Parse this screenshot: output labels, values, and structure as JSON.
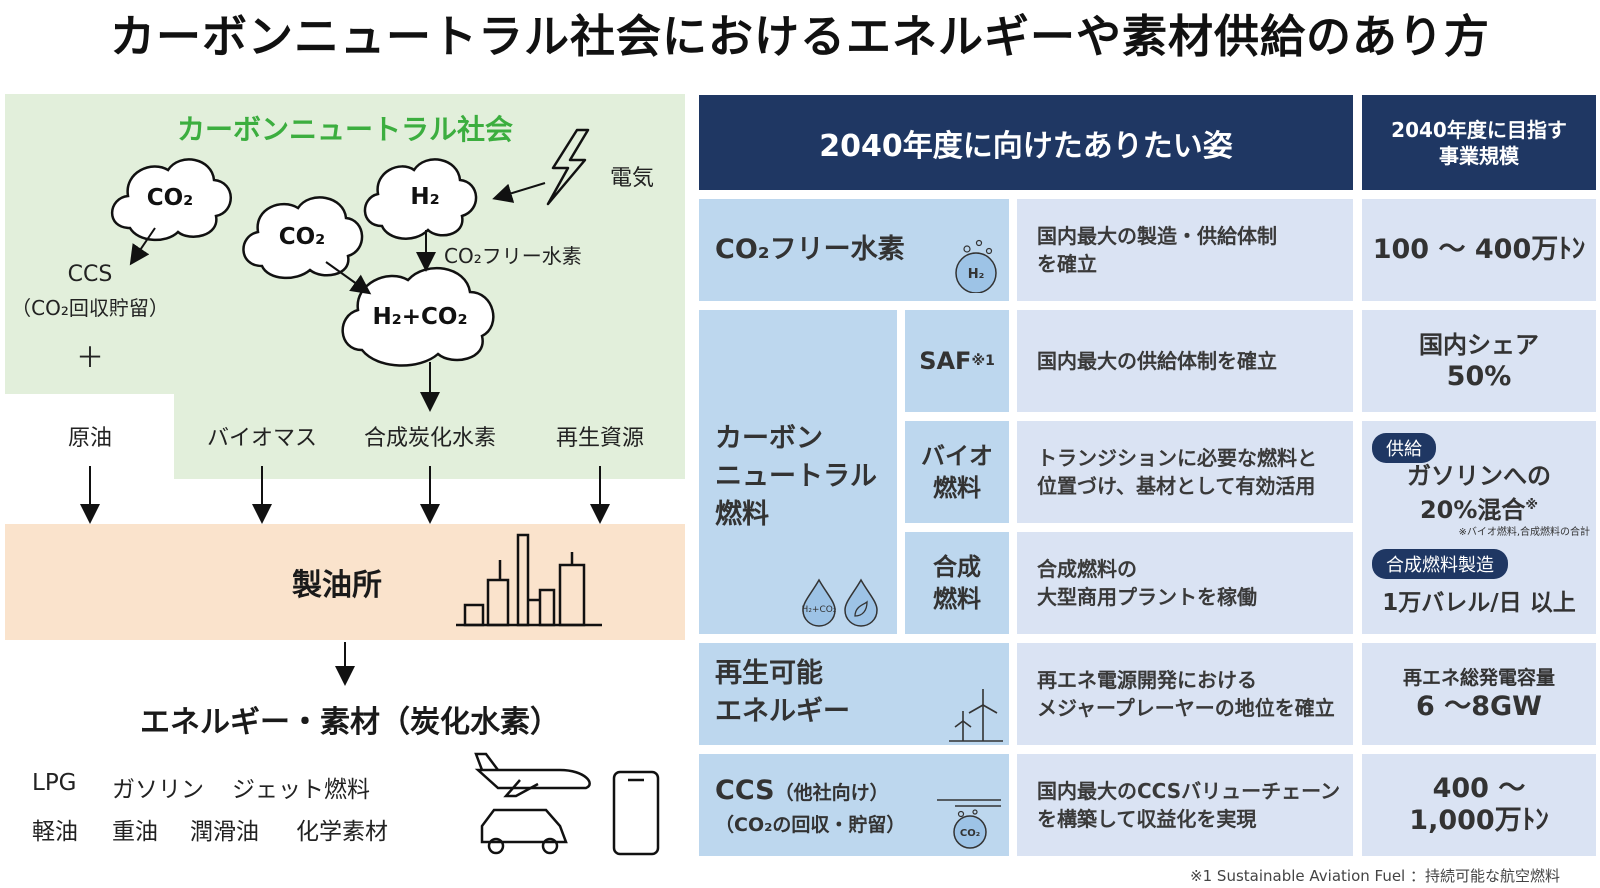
{
  "title": "カーボンニュートラル社会におけるエネルギーや素材供給のあり方",
  "diagram": {
    "society_label": "カーボンニュートラル社会",
    "clouds": {
      "co2_a": "CO₂",
      "h2": "H₂",
      "co2_b": "CO₂",
      "h2_co2": "H₂+CO₂"
    },
    "electricity": "電気",
    "co2_free_h2": "CO₂フリー水素",
    "ccs": "CCS",
    "ccs_note": "（CO₂回収貯留）",
    "plus": "＋",
    "inputs": [
      "原油",
      "バイオマス",
      "合成炭化水素",
      "再生資源"
    ],
    "refinery": "製油所",
    "products_title": "エネルギー・素材（炭化水素）",
    "products_row1": [
      "LPG",
      "ガソリン",
      "ジェット燃料"
    ],
    "products_row2": [
      "軽油",
      "重油",
      "潤滑油",
      "化学素材"
    ]
  },
  "table": {
    "header_vision": "2040年度に向けたありたい姿",
    "header_scale_1": "2040年度に目指す",
    "header_scale_2": "事業規模",
    "rows": {
      "h2": {
        "category": "CO₂フリー水素",
        "desc_1": "国内最大の製造・供給体制",
        "desc_2": "を確立",
        "scale": "100 ～ 400万ﾄﾝ"
      },
      "cn_fuel": {
        "category_1": "カーボン",
        "category_2": "ニュートラル",
        "category_3": "燃料",
        "saf": "SAF",
        "saf_note": "※1",
        "saf_desc": "国内最大の供給体制を確立",
        "saf_scale_1": "国内シェア",
        "saf_scale_2": "50%",
        "bio_1": "バイオ",
        "bio_2": "燃料",
        "bio_desc_1": "トランジションに必要な燃料と",
        "bio_desc_2": "位置づけ、基材として有効活用",
        "supply_pill": "供給",
        "supply_1": "ガソリンへの",
        "supply_2": "20%混合",
        "supply_mark": "※",
        "supply_note": "※バイオ燃料,合成燃料の合計",
        "syn_1": "合成",
        "syn_2": "燃料",
        "syn_desc_1": "合成燃料の",
        "syn_desc_2": "大型商用プラントを稼働",
        "syn_pill": "合成燃料製造",
        "syn_scale": "1万バレル/日 以上"
      },
      "renew": {
        "category_1": "再生可能",
        "category_2": "エネルギー",
        "desc_1": "再エネ電源開発における",
        "desc_2": "メジャープレーヤーの地位を確立",
        "scale_1": "再エネ総発電容量",
        "scale_2": "6 ～8GW"
      },
      "ccs": {
        "category_1": "CCS",
        "category_1b": "（他社向け）",
        "category_2": "（CO₂の回収・貯留）",
        "desc_1": "国内最大のCCSバリューチェーン",
        "desc_2": "を構築して収益化を実現",
        "scale_1": "400 ～",
        "scale_2": "1,000万ﾄﾝ"
      }
    }
  },
  "footnote": "※1 Sustainable Aviation Fuel ：持続可能な航空燃料",
  "icon_labels": {
    "h2": "H₂",
    "h2_co2": "H₂+CO₂",
    "co2": "CO₂"
  }
}
